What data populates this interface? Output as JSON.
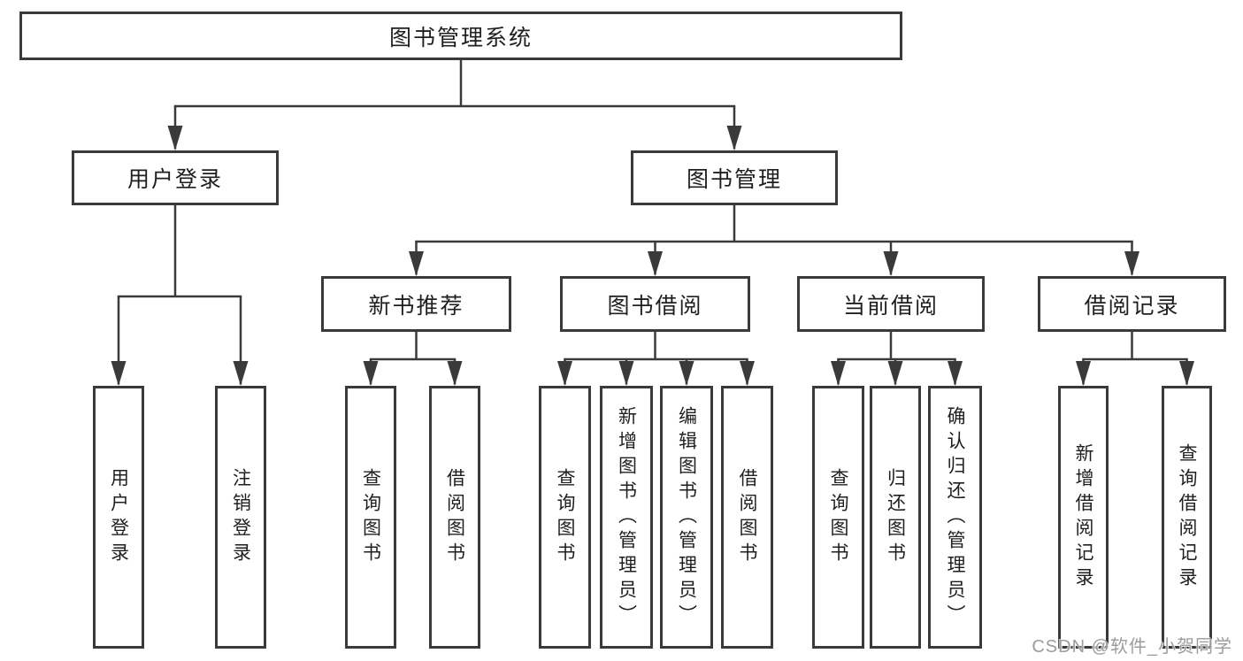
{
  "root": {
    "label": "图书管理系统"
  },
  "branches": [
    {
      "label": "用户登录",
      "children": [
        {
          "label": "用户登录"
        },
        {
          "label": "注销登录"
        }
      ]
    },
    {
      "label": "图书管理",
      "children": [
        {
          "label": "新书推荐",
          "children": [
            {
              "label": "查询图书"
            },
            {
              "label": "借阅图书"
            }
          ]
        },
        {
          "label": "图书借阅",
          "children": [
            {
              "label": "查询图书"
            },
            {
              "label": "新增图书（管理员）"
            },
            {
              "label": "编辑图书（管理员）"
            },
            {
              "label": "借阅图书"
            }
          ]
        },
        {
          "label": "当前借阅",
          "children": [
            {
              "label": "查询图书"
            },
            {
              "label": "归还图书"
            },
            {
              "label": "确认归还（管理员）"
            }
          ]
        },
        {
          "label": "借阅记录",
          "children": [
            {
              "label": "新增借阅记录"
            },
            {
              "label": "查询借阅记录"
            }
          ]
        }
      ]
    }
  ],
  "watermark": {
    "text": "CSDN @软件_小贺同学"
  },
  "colors": {
    "line": "#3a3a3a",
    "text": "#1f1f1f",
    "watermark_text": "#9c9c9c",
    "background": "#ffffff"
  }
}
